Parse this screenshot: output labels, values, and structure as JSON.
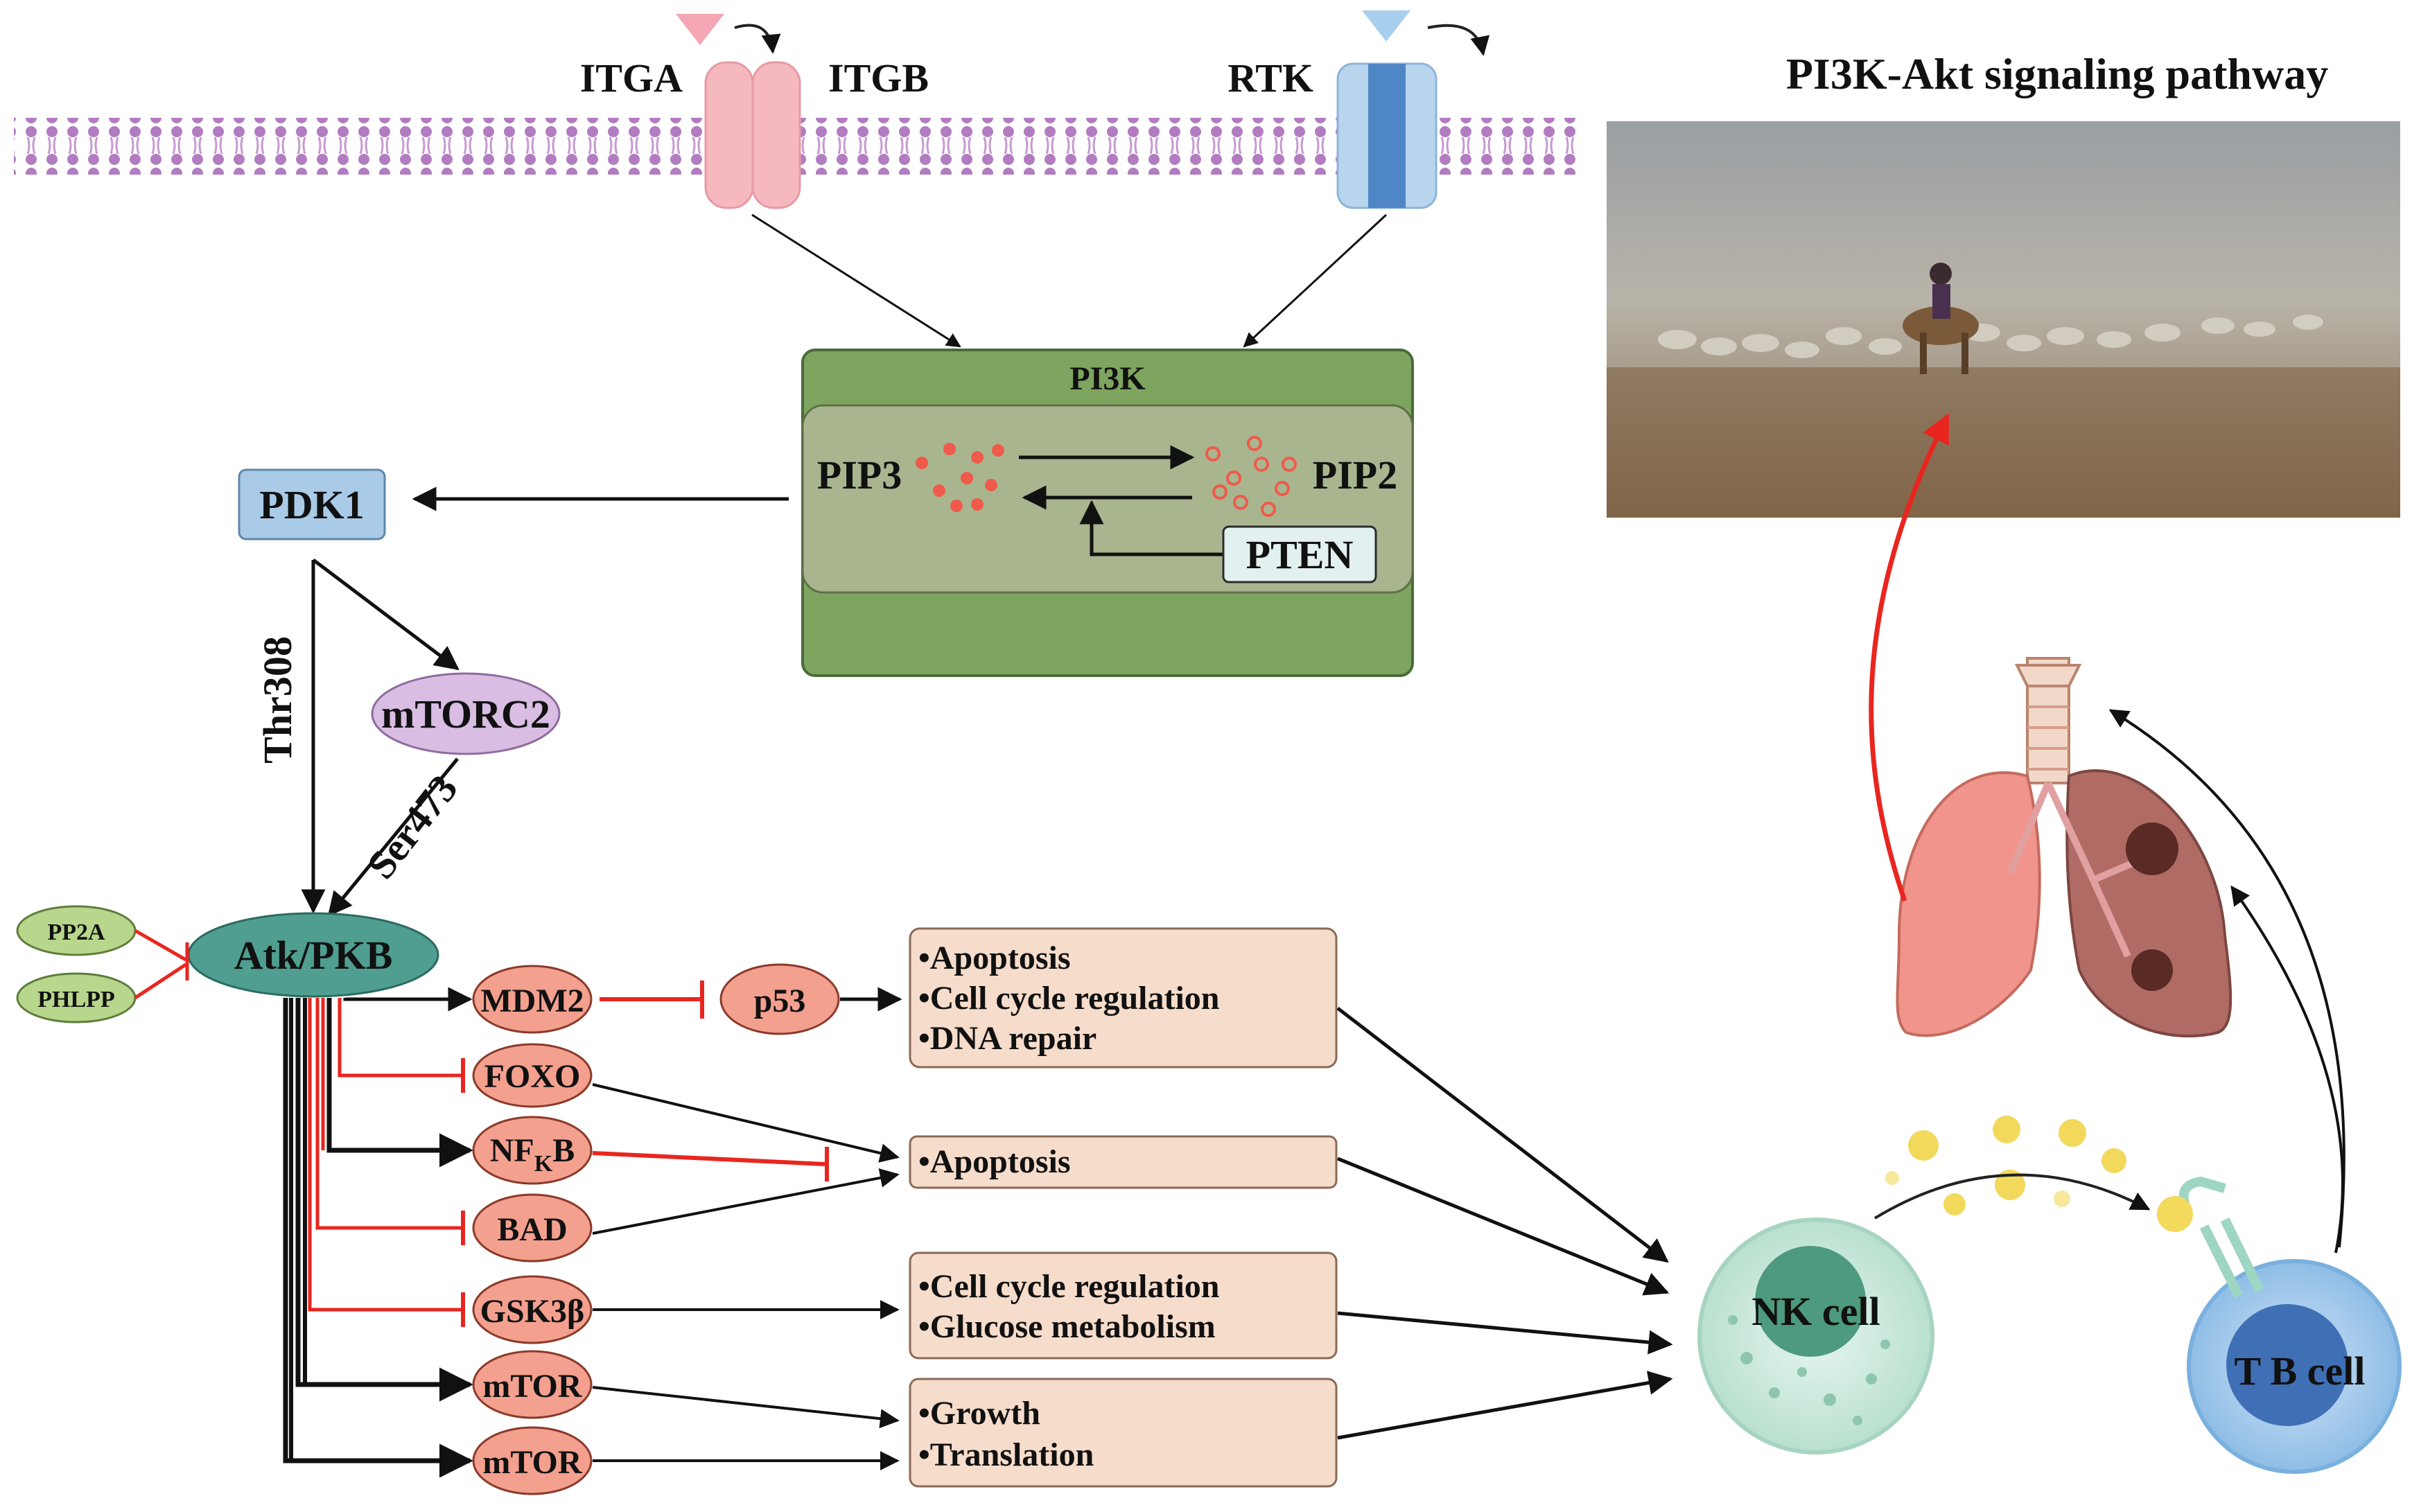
{
  "title": "PI3K-Akt signaling pathway",
  "receptors": {
    "itga": "ITGA",
    "itgb": "ITGB",
    "rtk": "RTK"
  },
  "pi3k_box": {
    "title": "PI3K",
    "pip3": "PIP3",
    "pip2": "PIP2",
    "pten": "PTEN"
  },
  "nodes": {
    "pdk1": "PDK1",
    "mtorc2": "mTORC2",
    "akt": "Atk/PKB",
    "pp2a": "PP2A",
    "phlpp": "PHLPP",
    "mdm2": "MDM2",
    "p53": "p53",
    "foxo": "FOXO",
    "nfkb_main": "NF",
    "nfkb_sub": "K",
    "nfkb_end": "B",
    "bad": "BAD",
    "gsk3b": "GSK3β",
    "mtor1": "mTOR",
    "mtor2": "mTOR",
    "nk_cell": "NK cell",
    "tb_cell": "T B cell"
  },
  "edge_labels": {
    "thr308": "Thr308",
    "ser473": "Ser473"
  },
  "outcomes": {
    "box1": [
      "•Apoptosis",
      "•Cell cycle regulation",
      "•DNA repair"
    ],
    "box2": [
      "•Apoptosis"
    ],
    "box3": [
      "•Cell cycle regulation",
      "•Glucose metabolism"
    ],
    "box4": [
      "•Growth",
      "•Translation"
    ]
  },
  "colors": {
    "membrane": "#b27cc0",
    "pi3k_outer": "#7ea55f",
    "pi3k_inner": "#a9b58f",
    "node_salmon": "#f4a08f",
    "outcome_fill": "#f6dccb",
    "inhibit_red": "#e8261f",
    "pdk1_blue": "#a9cbe8",
    "mtorc2_lilac": "#d9bde3",
    "akt_teal": "#4f9e90",
    "pp_green": "#b8d68c"
  },
  "icons": [
    "membrane-bilayer",
    "integrin-receptor",
    "tyrosine-kinase-receptor",
    "lung-icon",
    "nk-cell-icon",
    "tb-cell-icon",
    "field-photo"
  ]
}
